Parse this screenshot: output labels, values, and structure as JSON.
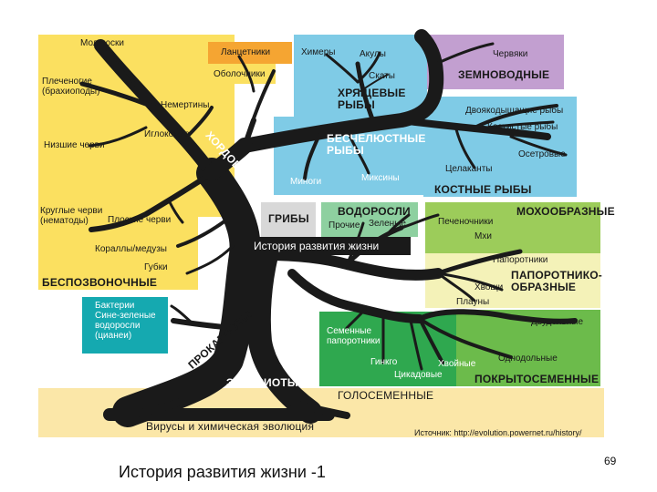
{
  "colors": {
    "invertebrates": "#fbe060",
    "chordates_top": "#fbe060",
    "fish": "#7fcbe6",
    "amphibians": "#c29fd0",
    "fungi": "#d8d8d8",
    "algae": "#8ed0a0",
    "mosses": "#9ccc5a",
    "ferns": "#f4f2b8",
    "gymnosperms": "#2fa84f",
    "angiosperms": "#6cbb4b",
    "prokaryotes": "#15a9b0",
    "ground": "#fbe7a8",
    "lancelets": "#f5a532",
    "tree": "#1a1a1a"
  },
  "diagram": {
    "banner": "История развития жизни",
    "labels": {
      "mollusks": "Моллюски",
      "brachiopods": "Плеченогие\n(брахиоподы)",
      "nemerteans": "Немертины",
      "spiny_skinned": "Иглокожие",
      "lower_worms": "Низшие черви",
      "roundworms": "Круглые черви\n(нематоды)",
      "flatworms": "Плоские черви",
      "corals": "Кораллы/медузы",
      "sponges": "Губки",
      "invertebrates_group": "БЕСПОЗВОНОЧНЫЕ",
      "lancelets": "Ланцетники",
      "tunicates": "Оболочники",
      "chimaeras": "Химеры",
      "sharks": "Акулы",
      "rays": "Скаты",
      "cartilaginous": "ХРЯЩЕВЫЕ\nРЫБЫ",
      "chordates": "ХОРДОВЫЕ",
      "worms": "Червяки",
      "amphibians": "ЗЕМНОВОДНЫЕ",
      "jawless": "БЕСЧЕЛЮСТНЫЕ\nРЫБЫ",
      "lampreys": "Миноги",
      "hagfish": "Миксины",
      "lungfish": "Двоякодышащие рыбы",
      "bony_fish_sp": "Костистые рыбы",
      "sturgeons": "Осетровые",
      "coelacanths": "Целаканты",
      "bony_fish": "КОСТНЫЕ РЫБЫ",
      "fungi": "ГРИБЫ",
      "algae": "ВОДОРОСЛИ",
      "other": "Прочие",
      "green": "Зеленые",
      "liverworts": "Печеночники",
      "mosses_sp": "Мхи",
      "mosses": "МОХООБРАЗНЫЕ",
      "ferns_sp": "Папоротники",
      "ferns": "ПАПОРОТНИКО-\nОБРАЗНЫЕ",
      "horsetails": "Хвощи",
      "clubmosses": "Плауны",
      "bacteria": "Бактерии\nСине-зеленые\nводоросли\n(цианеи)",
      "prokaryotes": "ПРОКАРИОТЫ",
      "seed_ferns": "Семенные\nпапоротники",
      "ginkgo": "Гинкго",
      "conifers": "Хвойные",
      "cycads": "Цикадовые",
      "dicots": "Двудольные",
      "monocots": "Однодольные",
      "angiosperms": "ПОКРЫТОСЕМЕННЫЕ",
      "eukaryotes": "ЭУКАРИОТЫ",
      "gymnosperms": "ГОЛОСЕМЕННЫЕ",
      "viruses": "Вирусы и химическая эволюция",
      "source": "Источник: http://evolution.powernet.ru/history/"
    }
  },
  "slide": {
    "title": "История развития жизни -1",
    "page_number": "69"
  }
}
